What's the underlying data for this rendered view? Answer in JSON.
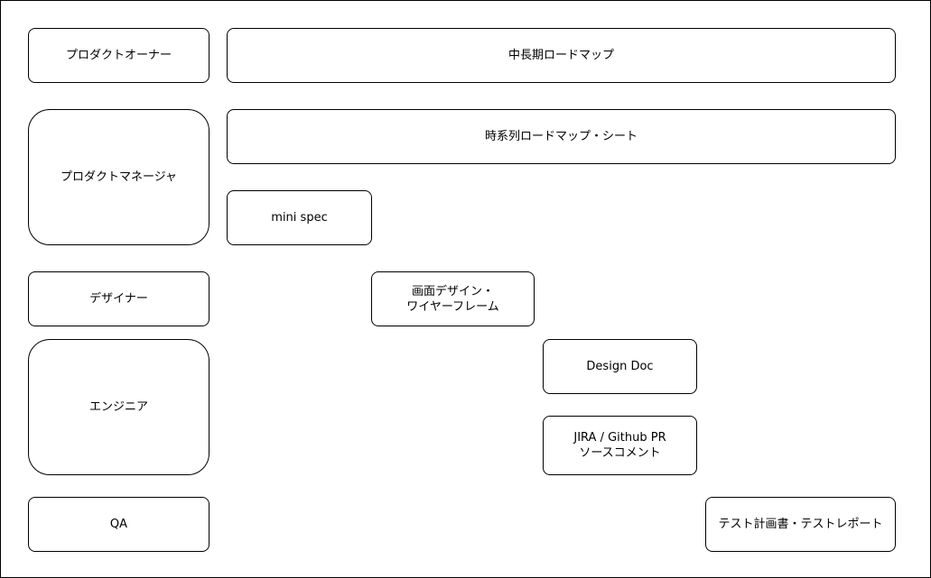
{
  "roles": {
    "product_owner": "プロダクトオーナー",
    "product_manager": "プロダクトマネージャ",
    "designer": "デザイナー",
    "engineer": "エンジニア",
    "qa": "QA"
  },
  "artifacts": {
    "mid_long_roadmap": "中長期ロードマップ",
    "timeline_roadmap_sheet": "時系列ロードマップ・シート",
    "mini_spec": "mini spec",
    "screen_design": "画面デザイン・\nワイヤーフレーム",
    "design_doc": "Design Doc",
    "jira_github": "JIRA / Github PR\nソースコメント",
    "test_plan_report": "テスト計画書・テストレポート"
  }
}
